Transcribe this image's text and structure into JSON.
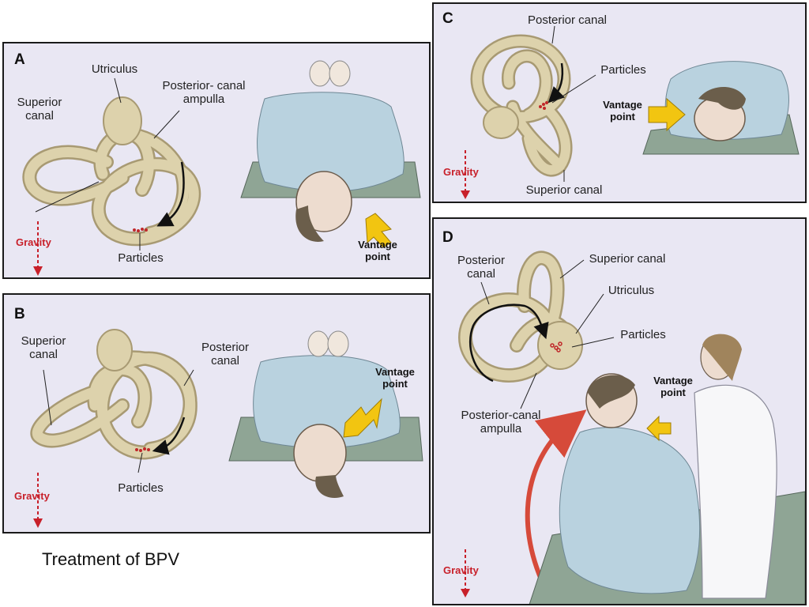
{
  "caption": "Treatment of BPV",
  "panels": {
    "a": {
      "letter": "A",
      "utriculus": "Utriculus",
      "superior_canal": "Superior canal",
      "posterior_ampulla": "Posterior- canal ampulla",
      "particles": "Particles",
      "gravity": "Gravity",
      "vantage": "Vantage point"
    },
    "b": {
      "letter": "B",
      "superior_canal": "Superior canal",
      "posterior_canal": "Posterior canal",
      "particles": "Particles",
      "gravity": "Gravity",
      "vantage": "Vantage point"
    },
    "c": {
      "letter": "C",
      "posterior_canal": "Posterior canal",
      "particles": "Particles",
      "superior_canal": "Superior canal",
      "gravity": "Gravity",
      "vantage": "Vantage point"
    },
    "d": {
      "letter": "D",
      "posterior_canal": "Posterior canal",
      "superior_canal": "Superior canal",
      "utriculus": "Utriculus",
      "particles": "Particles",
      "posterior_ampulla": "Posterior-canal ampulla",
      "gravity": "Gravity",
      "vantage": "Vantage point"
    }
  },
  "colors": {
    "panel_bg": "#e9e7f3",
    "canal": "#ddd2ac",
    "gown": "#b9d2df",
    "table": "#8fa595",
    "arrow": "#f2c511",
    "gravity": "#c8202a",
    "particles": "#c0282a"
  }
}
